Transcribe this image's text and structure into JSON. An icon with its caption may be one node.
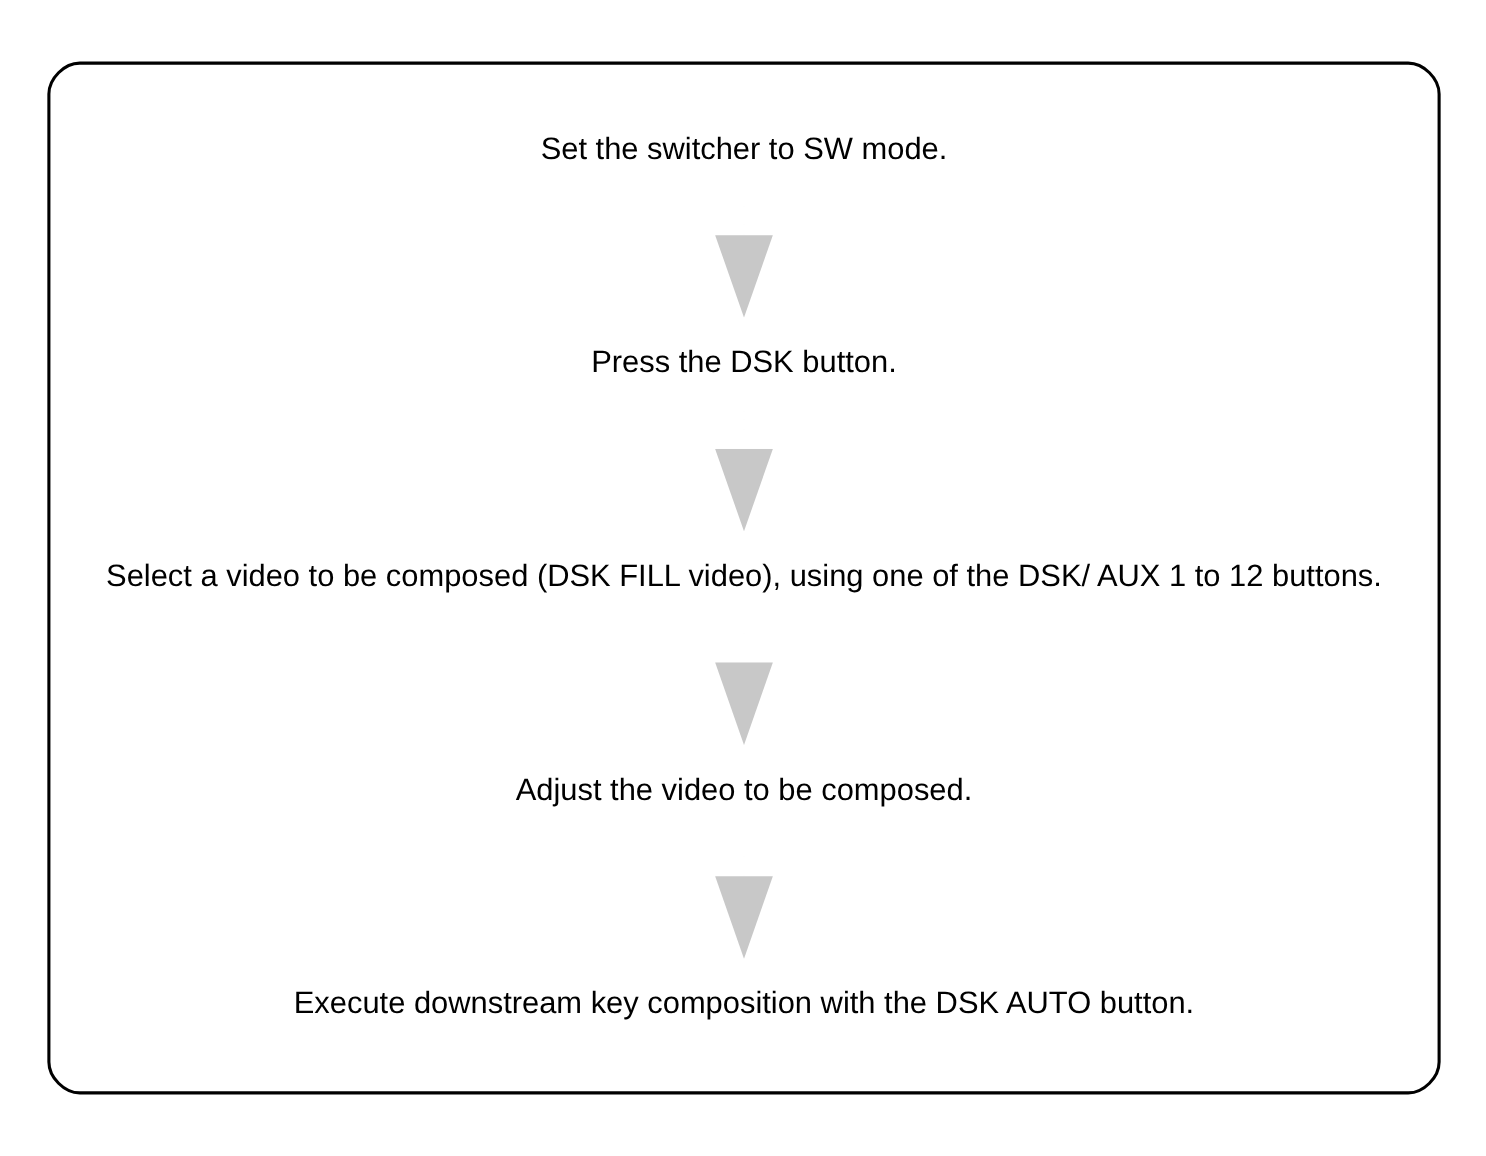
{
  "diagram": {
    "nodes": [
      {
        "text": [],
        "shape": "box"
      },
      {
        "text": [
          "Set the switcher to SW mode."
        ],
        "in": 0
      },
      {
        "text": [
          "Press the DSK button."
        ],
        "in": 0
      },
      {
        "text": [
          "Select a video to be composed (DSK FILL video), using one of the DSK/ AUX 1 to 12 buttons."
        ],
        "in": 0
      },
      {
        "text": [
          "Adjust the video to be composed."
        ],
        "in": 0
      },
      {
        "text": [
          "Execute downstream key composition with the DSK AUTO button."
        ],
        "in": 0
      }
    ],
    "edges": [
      {
        "from": 1,
        "to": 2,
        "arrow": "to"
      },
      {
        "from": 2,
        "to": 3,
        "arrow": "to"
      },
      {
        "from": 3,
        "to": 4,
        "arrow": "to"
      },
      {
        "from": 4,
        "to": 5,
        "arrow": "to"
      }
    ]
  }
}
